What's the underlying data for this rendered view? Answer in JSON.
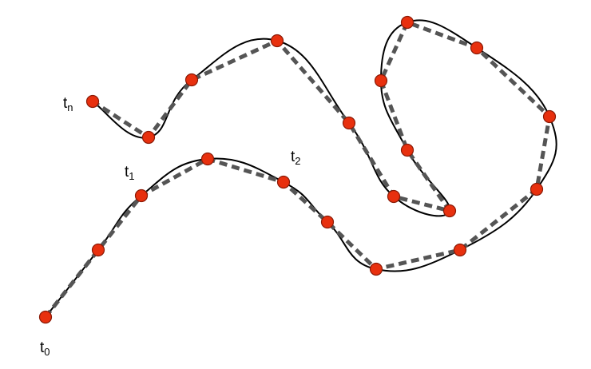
{
  "colors": {
    "background": "#ffffff",
    "curve": "#000000",
    "polyline": "#555555",
    "point_fill": "#e8300e",
    "point_stroke": "#8a1a06"
  },
  "labels": {
    "t0": {
      "base": "t",
      "sub": "0"
    },
    "t1": {
      "base": "t",
      "sub": "1"
    },
    "t2": {
      "base": "t",
      "sub": "2"
    },
    "tn": {
      "base": "t",
      "sub": "n"
    }
  },
  "sample_point_count": 21
}
